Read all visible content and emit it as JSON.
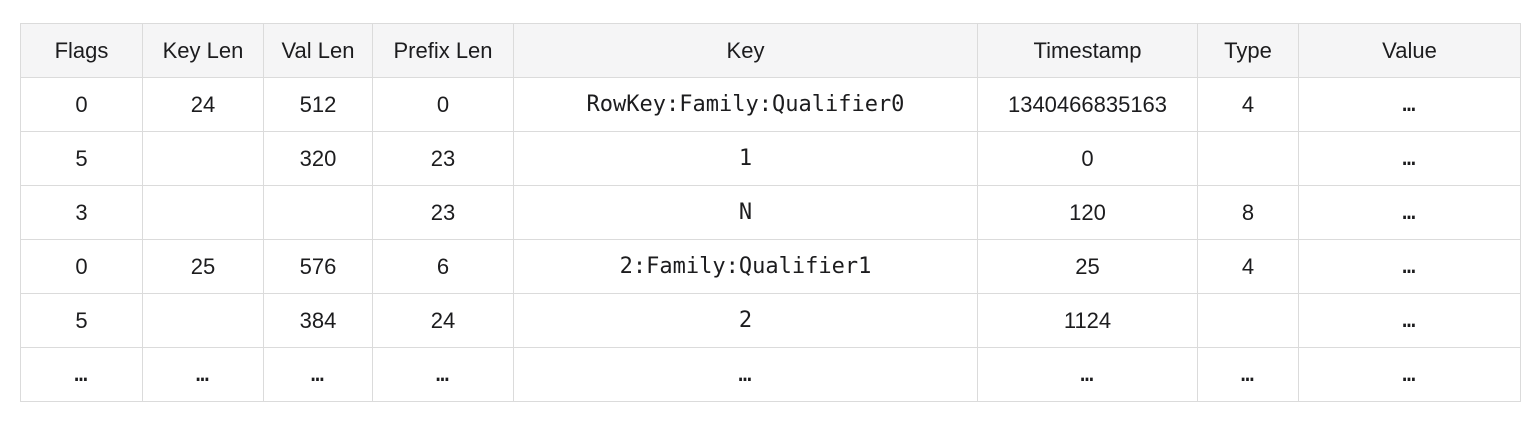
{
  "table": {
    "columns": [
      "Flags",
      "Key Len",
      "Val Len",
      "Prefix Len",
      "Key",
      "Timestamp",
      "Type",
      "Value"
    ],
    "rows": [
      [
        "0",
        "24",
        "512",
        "0",
        "RowKey:Family:Qualifier0",
        "1340466835163",
        "4",
        "…"
      ],
      [
        "5",
        "",
        "320",
        "23",
        "1",
        "0",
        "",
        "…"
      ],
      [
        "3",
        "",
        "",
        "23",
        "N",
        "120",
        "8",
        "…"
      ],
      [
        "0",
        "25",
        "576",
        "6",
        "2:Family:Qualifier1",
        "25",
        "4",
        "…"
      ],
      [
        "5",
        "",
        "384",
        "24",
        "2",
        "1124",
        "",
        "…"
      ],
      [
        "…",
        "…",
        "…",
        "…",
        "…",
        "…",
        "…",
        "…"
      ]
    ]
  },
  "colors": {
    "background": "#ffffff",
    "header_background": "#f5f5f6",
    "empty_cell_background": "#f5f5f6",
    "border": "#dbdbdb",
    "text": "#1c1c1e"
  }
}
